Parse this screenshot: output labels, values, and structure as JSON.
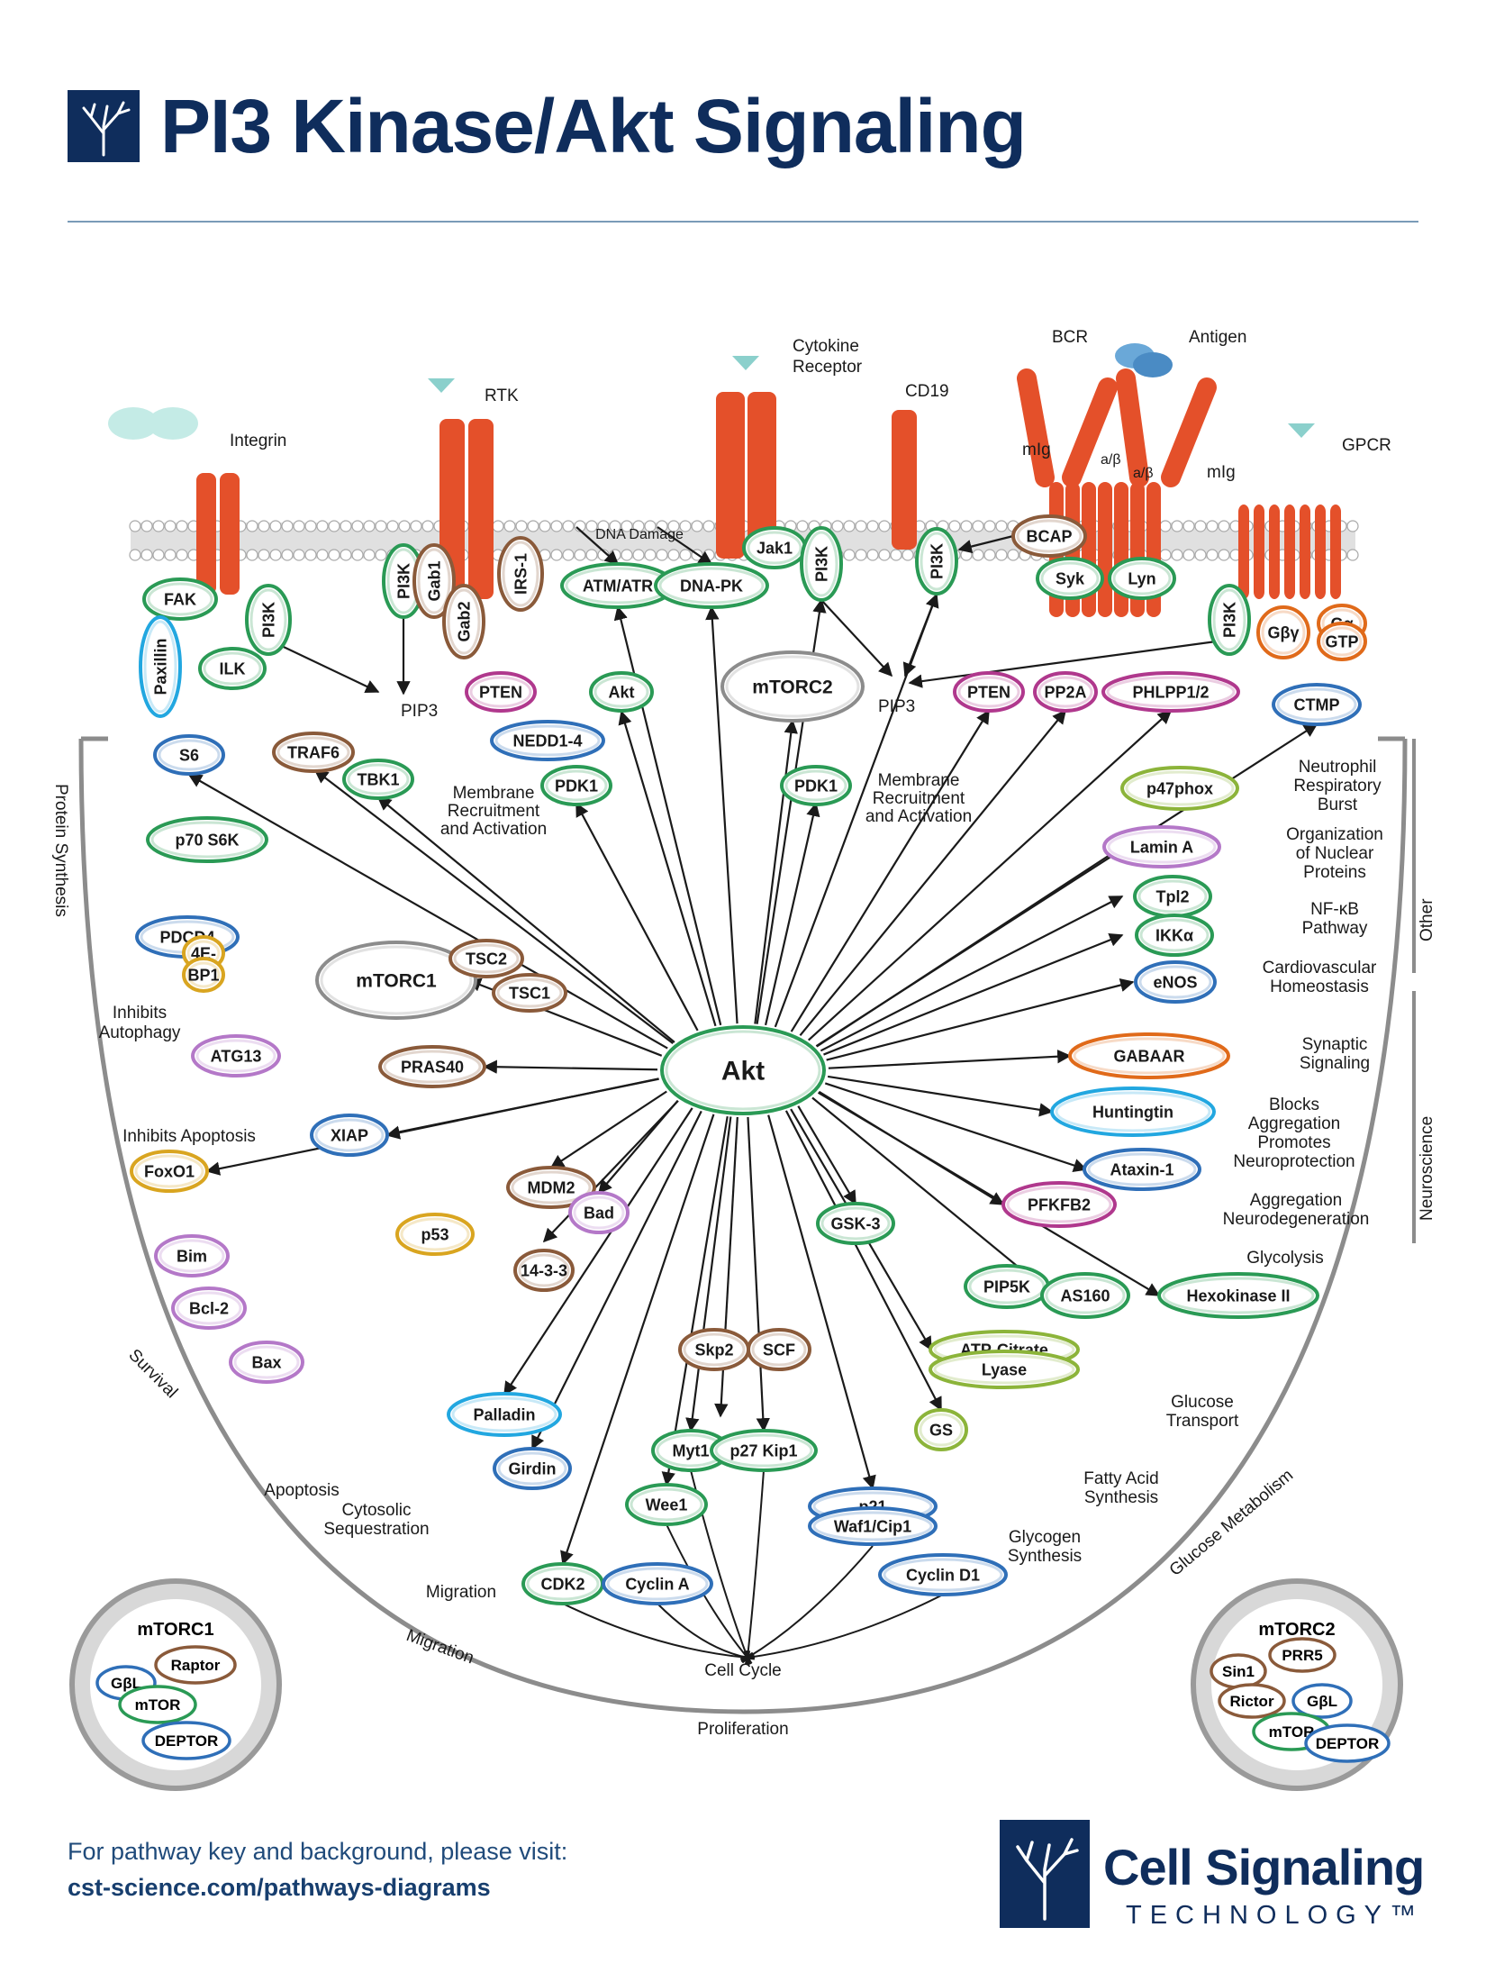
{
  "header": {
    "title": "PI3 Kinase/Akt Signaling"
  },
  "footer": {
    "line1": "For pathway key and background, please visit:",
    "line2": "cst-science.com/pathways-diagrams"
  },
  "brand": {
    "name": "Cell Signaling",
    "subtitle": "TECHNOLOGY™"
  },
  "colors": {
    "navy": "#0f2d5c",
    "receptor": "#e4502a",
    "green": "#2a9a55",
    "blue": "#2f6fb8",
    "purple": "#b0388d",
    "gray": "#8c8c8c",
    "brown": "#8a5a3a",
    "orange": "#e06a1a",
    "yellow": "#d9a520",
    "lime": "#8cb43a",
    "cyan": "#22a7e0",
    "lilac": "#b478c8"
  },
  "receptor_labels": [
    "Integrin",
    "RTK",
    "Cytokine",
    "Receptor",
    "CD19",
    "BCR",
    "Antigen",
    "mIg",
    "mIg",
    "a/β",
    "a/β",
    "GPCR",
    "DNA Damage"
  ],
  "nodes": [
    {
      "label": "FAK",
      "color": "green"
    },
    {
      "label": "Paxillin",
      "color": "cyan"
    },
    {
      "label": "PI3K",
      "color": "green"
    },
    {
      "label": "ILK",
      "color": "green"
    },
    {
      "label": "PI3K",
      "color": "green"
    },
    {
      "label": "Gab1",
      "color": "brown"
    },
    {
      "label": "Gab2",
      "color": "brown"
    },
    {
      "label": "IRS-1",
      "color": "brown"
    },
    {
      "label": "ATM/ATR",
      "color": "green"
    },
    {
      "label": "DNA-PK",
      "color": "green"
    },
    {
      "label": "Jak1",
      "color": "green"
    },
    {
      "label": "PI3K",
      "color": "green"
    },
    {
      "label": "PI3K",
      "color": "green"
    },
    {
      "label": "BCAP",
      "color": "brown"
    },
    {
      "label": "Syk",
      "color": "green"
    },
    {
      "label": "Lyn",
      "color": "green"
    },
    {
      "label": "PI3K",
      "color": "green"
    },
    {
      "label": "Gβγ",
      "color": "orange"
    },
    {
      "label": "Gα",
      "color": "orange"
    },
    {
      "label": "GTP",
      "color": "orange"
    },
    {
      "label": "PTEN",
      "color": "purple"
    },
    {
      "label": "Akt",
      "color": "green"
    },
    {
      "label": "mTORC2",
      "color": "gray"
    },
    {
      "label": "PTEN",
      "color": "purple"
    },
    {
      "label": "PP2A",
      "color": "purple"
    },
    {
      "label": "PHLPP1/2",
      "color": "purple"
    },
    {
      "label": "CTMP",
      "color": "blue"
    },
    {
      "label": "S6",
      "color": "blue"
    },
    {
      "label": "TRAF6",
      "color": "brown"
    },
    {
      "label": "TBK1",
      "color": "green"
    },
    {
      "label": "NEDD1-4",
      "color": "blue"
    },
    {
      "label": "PDK1",
      "color": "green"
    },
    {
      "label": "PDK1",
      "color": "green"
    },
    {
      "label": "p47phox",
      "color": "lime"
    },
    {
      "label": "Lamin A",
      "color": "lilac"
    },
    {
      "label": "Tpl2",
      "color": "green"
    },
    {
      "label": "IKKα",
      "color": "green"
    },
    {
      "label": "eNOS",
      "color": "blue"
    },
    {
      "label": "p70 S6K",
      "color": "green"
    },
    {
      "label": "PDCD4",
      "color": "blue"
    },
    {
      "label": "mTORC1",
      "color": "gray"
    },
    {
      "label": "TSC2",
      "color": "brown"
    },
    {
      "label": "TSC1",
      "color": "brown"
    },
    {
      "label": "4E-",
      "color": "yellow"
    },
    {
      "label": "BP1",
      "color": "yellow"
    },
    {
      "label": "ATG13",
      "color": "lilac"
    },
    {
      "label": "PRAS40",
      "color": "brown"
    },
    {
      "label": "XIAP",
      "color": "blue"
    },
    {
      "label": "Akt",
      "color": "green"
    },
    {
      "label": "GABAAR",
      "color": "orange"
    },
    {
      "label": "Huntingtin",
      "color": "cyan"
    },
    {
      "label": "Ataxin-1",
      "color": "blue"
    },
    {
      "label": "PFKFB2",
      "color": "purple"
    },
    {
      "label": "FoxO1",
      "color": "yellow"
    },
    {
      "label": "MDM2",
      "color": "brown"
    },
    {
      "label": "Bad",
      "color": "lilac"
    },
    {
      "label": "p53",
      "color": "yellow"
    },
    {
      "label": "14-3-3",
      "color": "brown"
    },
    {
      "label": "Bim",
      "color": "lilac"
    },
    {
      "label": "Bcl-2",
      "color": "lilac"
    },
    {
      "label": "Bax",
      "color": "lilac"
    },
    {
      "label": "GSK-3",
      "color": "green"
    },
    {
      "label": "PIP5K",
      "color": "green"
    },
    {
      "label": "AS160",
      "color": "green"
    },
    {
      "label": "Hexokinase II",
      "color": "green"
    },
    {
      "label": "Skp2",
      "color": "brown"
    },
    {
      "label": "SCF",
      "color": "brown"
    },
    {
      "label": "ATP-Citrate",
      "color": "lime"
    },
    {
      "label": "Lyase",
      "color": "lime"
    },
    {
      "label": "Palladin",
      "color": "cyan"
    },
    {
      "label": "Girdin",
      "color": "blue"
    },
    {
      "label": "Myt1",
      "color": "green"
    },
    {
      "label": "p27 Kip1",
      "color": "green"
    },
    {
      "label": "GS",
      "color": "lime"
    },
    {
      "label": "Wee1",
      "color": "green"
    },
    {
      "label": "p21",
      "color": "blue"
    },
    {
      "label": "Waf1/Cip1",
      "color": "blue"
    },
    {
      "label": "CDK2",
      "color": "green"
    },
    {
      "label": "Cyclin A",
      "color": "blue"
    },
    {
      "label": "Cyclin D1",
      "color": "blue"
    }
  ],
  "pip_labels": [
    "PIP3",
    "PIP3"
  ],
  "outcome_labels": [
    "Membrane",
    "Recruitment",
    "and Activation",
    "Membrane",
    "Recruitment",
    "and Activation",
    "Neutrophil",
    "Respiratory",
    "Burst",
    "Organization",
    "of Nuclear",
    "Proteins",
    "NF-κB",
    "Pathway",
    "Cardiovascular",
    "Homeostasis",
    "Synaptic",
    "Signaling",
    "Blocks",
    "Aggregation",
    "Promotes",
    "Neuroprotection",
    "Aggregation",
    "Neurodegeneration",
    "Glycolysis",
    "Inhibits",
    "Autophagy",
    "Inhibits Apoptosis",
    "Apoptosis",
    "Cytosolic",
    "Sequestration",
    "Migration",
    "Cell Cycle",
    "Glucose",
    "Transport",
    "Fatty Acid",
    "Synthesis",
    "Glycogen",
    "Synthesis"
  ],
  "sections": [
    "Protein Synthesis",
    "Survival",
    "Migration",
    "Proliferation",
    "Glucose Metabolism",
    "Neuroscience",
    "Other"
  ],
  "complexes": {
    "mtorc1": {
      "title": "mTORC1",
      "members": [
        "GβL",
        "Raptor",
        "mTOR",
        "DEPTOR"
      ]
    },
    "mtorc2": {
      "title": "mTORC2",
      "members": [
        "Sin1",
        "PRR5",
        "Rictor",
        "GβL",
        "mTOR",
        "DEPTOR"
      ]
    }
  }
}
